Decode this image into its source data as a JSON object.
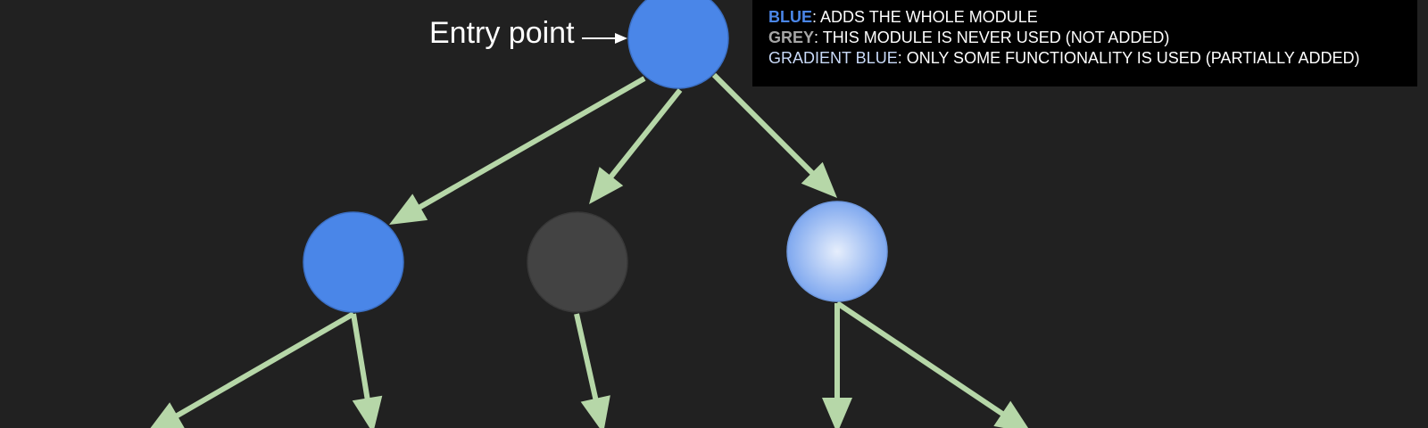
{
  "entry_label": "Entry point",
  "legend": {
    "rows": [
      {
        "term": "BLUE",
        "text": ": ADDS THE WHOLE MODULE",
        "color": "#4a86e8",
        "bold": true
      },
      {
        "term": "GREY",
        "text": ": THIS MODULE IS NEVER USED (NOT ADDED)",
        "color": "#a6a6a6",
        "bold": true
      },
      {
        "term": "GRADIENT BLUE",
        "text": ": ONLY SOME FUNCTIONALITY IS USED (PARTIALLY ADDED)",
        "color": "#c9daf8",
        "bold": false
      }
    ]
  },
  "colors": {
    "background": "#212121",
    "module_blue": "#4a86e8",
    "module_grey": "#434343",
    "gradient_center": "#e6eefc",
    "gradient_edge": "#7fa8ef",
    "arrow": "#b6d7a8"
  },
  "nodes": [
    {
      "id": "entry",
      "kind": "blue"
    },
    {
      "id": "left-child",
      "kind": "blue"
    },
    {
      "id": "middle-child",
      "kind": "grey"
    },
    {
      "id": "right-child",
      "kind": "gradient"
    }
  ],
  "edges": [
    {
      "from": "entry",
      "to": "left-child"
    },
    {
      "from": "entry",
      "to": "middle-child"
    },
    {
      "from": "entry",
      "to": "right-child"
    },
    {
      "from": "left-child",
      "to": "offscreen"
    },
    {
      "from": "left-child",
      "to": "offscreen"
    },
    {
      "from": "middle-child",
      "to": "offscreen"
    },
    {
      "from": "right-child",
      "to": "offscreen"
    },
    {
      "from": "right-child",
      "to": "offscreen"
    }
  ]
}
